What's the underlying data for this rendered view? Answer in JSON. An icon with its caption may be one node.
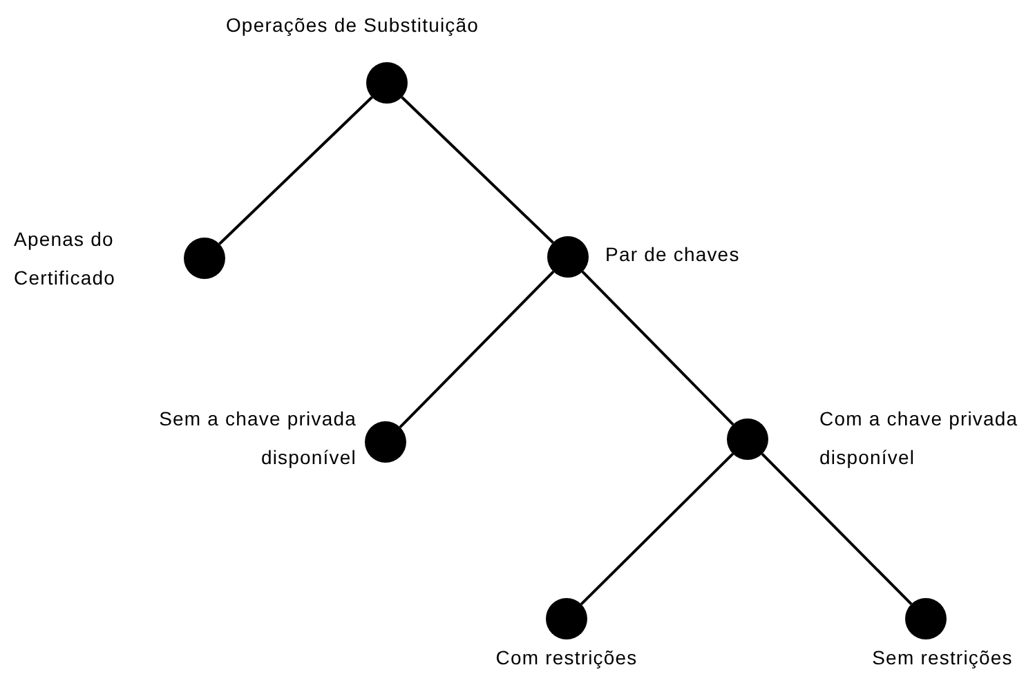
{
  "diagram": {
    "nodes": [
      {
        "text": [
          "Operações de Substituição"
        ]
      },
      {
        "text": [
          "Apenas do Certificado"
        ]
      },
      {
        "text": [
          "Par de chaves"
        ]
      },
      {
        "text": [
          "Sem a chave privada disponível"
        ]
      },
      {
        "text": [
          "Com a chave privada disponível"
        ]
      },
      {
        "text": [
          "Com restrições"
        ]
      },
      {
        "text": [
          "Sem restrições"
        ]
      }
    ],
    "edges": [
      {
        "from": 0,
        "to": 1,
        "arrow": "none"
      },
      {
        "from": 0,
        "to": 2,
        "arrow": "none"
      },
      {
        "from": 2,
        "to": 3,
        "arrow": "none"
      },
      {
        "from": 2,
        "to": 4,
        "arrow": "none"
      },
      {
        "from": 4,
        "to": 5,
        "arrow": "none"
      },
      {
        "from": 4,
        "to": 6,
        "arrow": "none"
      }
    ]
  }
}
